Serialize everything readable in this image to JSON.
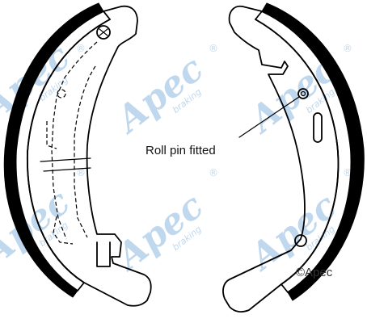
{
  "annotation": {
    "text": "Roll pin fitted"
  },
  "watermark": {
    "brand": "Apec",
    "tagline": "braking",
    "registered": "®"
  },
  "copyright": {
    "text": "©Apec"
  },
  "colors": {
    "outline": "#000000",
    "lining": "#000000",
    "watermark": "#bcd6ee",
    "background": "#ffffff"
  }
}
